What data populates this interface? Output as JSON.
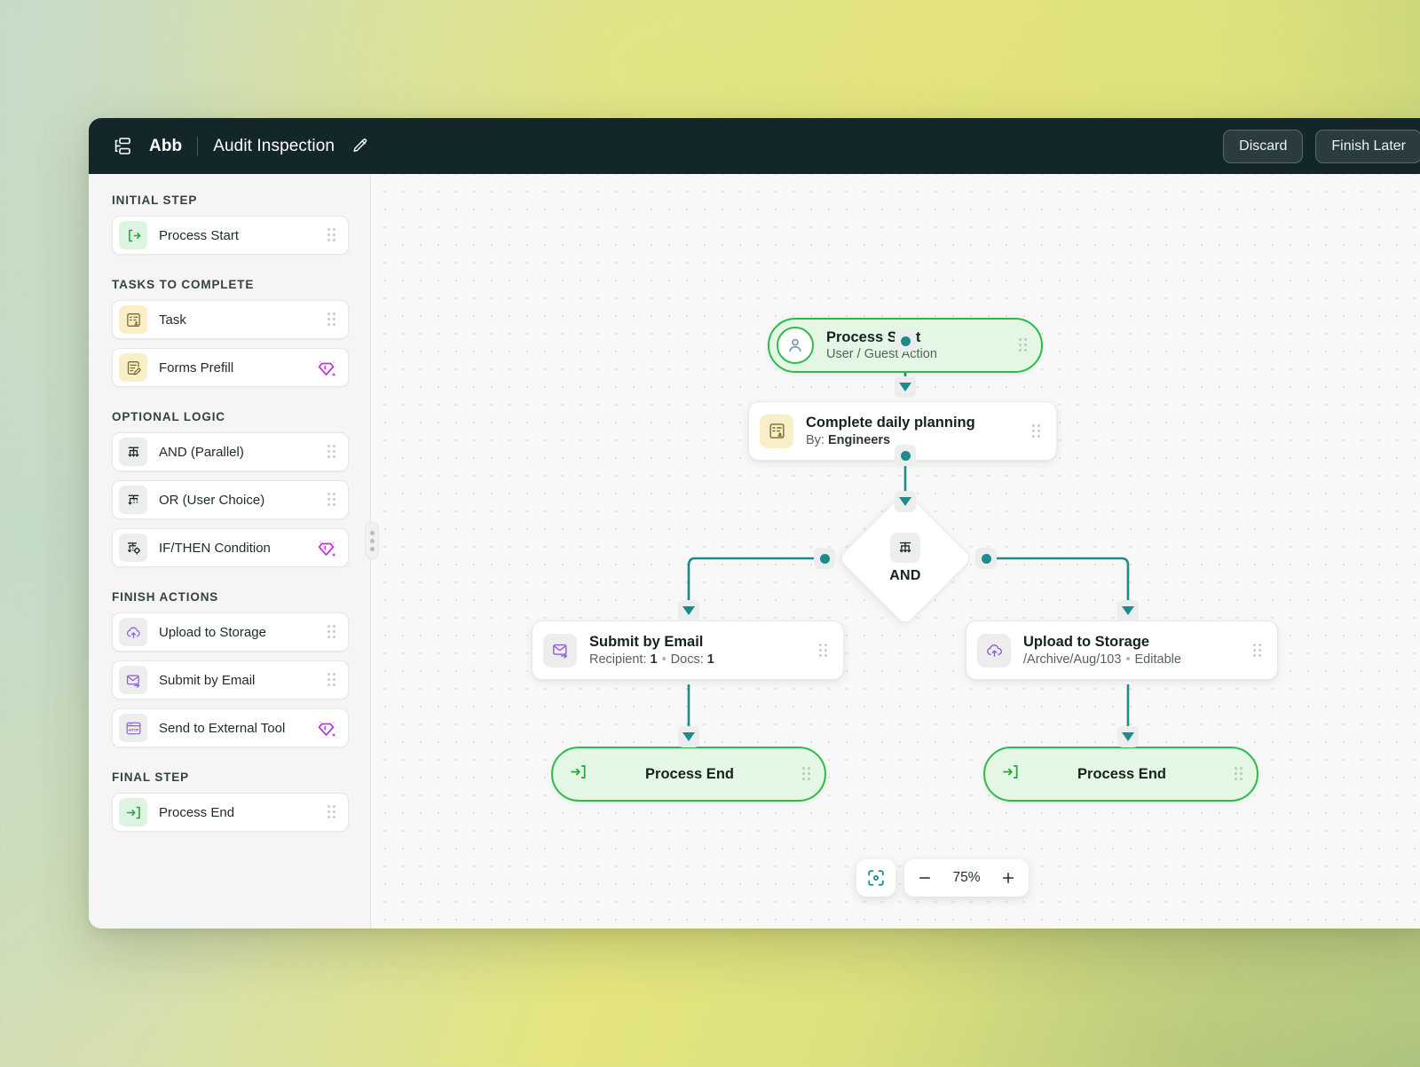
{
  "header": {
    "logo_icon": "workflow-logo-icon",
    "brand": "Abb",
    "title": "Audit Inspection",
    "edit_icon": "pencil-icon",
    "discard_label": "Discard",
    "finish_later_label": "Finish Later"
  },
  "sidebar": {
    "sections": [
      {
        "label": "INITIAL STEP",
        "items": [
          {
            "label": "Process Start",
            "icon": "process-start-icon",
            "tone": "green",
            "premium": false
          }
        ]
      },
      {
        "label": "TASKS TO COMPLETE",
        "items": [
          {
            "label": "Task",
            "icon": "task-card-icon",
            "tone": "yellow",
            "premium": false
          },
          {
            "label": "Forms Prefill",
            "icon": "form-edit-icon",
            "tone": "yellow",
            "premium": true
          }
        ]
      },
      {
        "label": "OPTIONAL LOGIC",
        "items": [
          {
            "label": "AND (Parallel)",
            "icon": "and-gateway-icon",
            "tone": "grey",
            "premium": false
          },
          {
            "label": "OR (User Choice)",
            "icon": "or-gateway-icon",
            "tone": "grey",
            "premium": false
          },
          {
            "label": "IF/THEN Condition",
            "icon": "condition-gateway-icon",
            "tone": "grey",
            "premium": true
          }
        ]
      },
      {
        "label": "FINISH ACTIONS",
        "items": [
          {
            "label": "Upload to Storage",
            "icon": "cloud-upload-icon",
            "tone": "grey",
            "premium": false
          },
          {
            "label": "Submit by Email",
            "icon": "email-send-icon",
            "tone": "grey",
            "premium": false
          },
          {
            "label": "Send to External Tool",
            "icon": "http-window-icon",
            "tone": "grey",
            "premium": true
          }
        ]
      },
      {
        "label": "FINAL STEP",
        "items": [
          {
            "label": "Process End",
            "icon": "process-end-icon",
            "tone": "green",
            "premium": false
          }
        ]
      }
    ],
    "resize_handle": "sidebar-resize-handle"
  },
  "canvas": {
    "nodes": {
      "process_start": {
        "title": "Process Start",
        "subtitle": "User / Guest Action",
        "icon": "user-avatar-icon"
      },
      "task": {
        "title": "Complete daily planning",
        "sub_prefix": "By:",
        "sub_value": "Engineers",
        "icon": "task-card-icon"
      },
      "gateway": {
        "label": "AND",
        "icon": "and-gateway-icon"
      },
      "email": {
        "title": "Submit by Email",
        "sub_a_label": "Recipient:",
        "sub_a_value": "1",
        "sub_sep": "•",
        "sub_b_label": "Docs:",
        "sub_b_value": "1",
        "icon": "email-send-icon"
      },
      "storage": {
        "title": "Upload to Storage",
        "sub_a_label": "/Archive/Aug/103",
        "sub_sep": "•",
        "sub_b_label": "Editable",
        "icon": "cloud-upload-icon"
      },
      "end_left": {
        "title": "Process End",
        "icon": "process-end-icon"
      },
      "end_right": {
        "title": "Process End",
        "icon": "process-end-icon"
      }
    },
    "zoom": {
      "fit_icon": "fit-to-screen-icon",
      "minus_label": "−",
      "value": "75%",
      "plus_label": "+"
    }
  },
  "colors": {
    "header_bg": "#13272a",
    "accent_teal": "#1b8b8b",
    "accent_green": "#2fbb4b",
    "premium_purple": "#b938d8"
  }
}
